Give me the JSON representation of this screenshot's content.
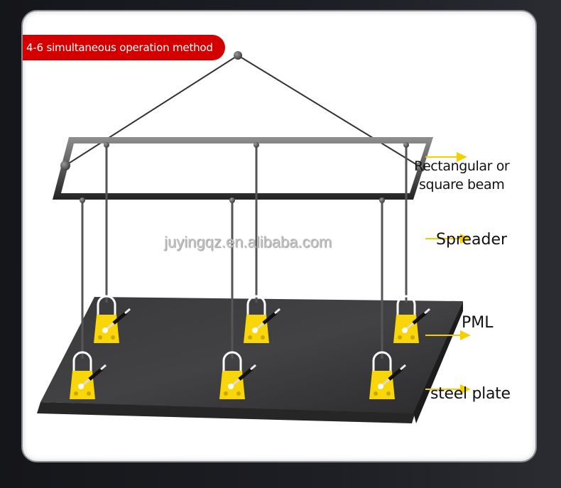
{
  "header": {
    "badge_label": "4-6 simultaneous operation method",
    "badge_color": "#d40000"
  },
  "labels": {
    "beam_line1": "Rectangular or",
    "beam_line2": "square beam",
    "spreader": "Spreader",
    "pml": "PML",
    "steel_plate": "steel plate"
  },
  "watermark": "juyingqz.en.alibaba.com",
  "colors": {
    "arrow": "#f5d000",
    "magnet_body": "#f9d60a",
    "plate": "#2e2e30",
    "frame_top": "#8c8c8c",
    "frame_bottom": "#2a2a2a",
    "background": "#1a1b1f",
    "card": "#ffffff"
  },
  "diagram": {
    "lifting_magnets_count": 6,
    "components": [
      "hook point",
      "rectangular beam",
      "spreader chains",
      "PML lifting magnets",
      "steel plate"
    ]
  }
}
